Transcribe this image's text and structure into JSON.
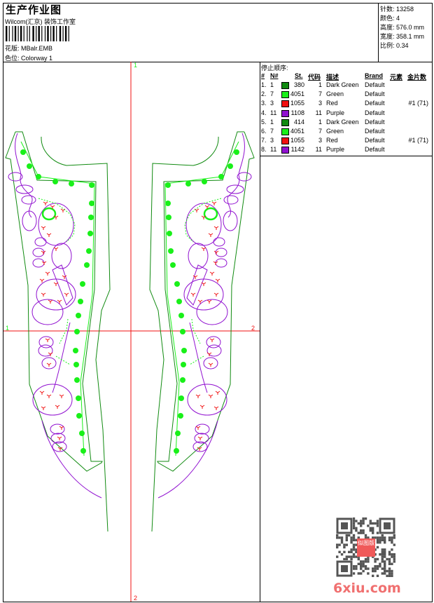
{
  "header": {
    "title": "生产作业图",
    "company": "Wilcom(汇京) 装饰工作室",
    "design_label": "花版:",
    "design_value": "MBalr.EMB",
    "colorway_label": "色位:",
    "colorway_value": "Colorway 1"
  },
  "stats": {
    "stitches": "针数: 13258",
    "colors": "颜色: 4",
    "height": "高度: 576.0 mm",
    "width": "宽度: 358.1 mm",
    "scale": "比例: 0.34"
  },
  "stop_sequence": {
    "title": "停止顺序:",
    "columns": [
      "#",
      "N#",
      "St.",
      "代码",
      "描述",
      "Brand",
      "元素",
      "金片数"
    ],
    "rows": [
      {
        "num": "1.",
        "n": "1",
        "color": "#108a10",
        "st": "380",
        "code": "1",
        "desc": "Dark Green",
        "brand": "Default",
        "sequin": ""
      },
      {
        "num": "2.",
        "n": "7",
        "color": "#19f019",
        "st": "4051",
        "code": "7",
        "desc": "Green",
        "brand": "Default",
        "sequin": ""
      },
      {
        "num": "3.",
        "n": "3",
        "color": "#f01010",
        "st": "1055",
        "code": "3",
        "desc": "Red",
        "brand": "Default",
        "sequin": "#1 (71)"
      },
      {
        "num": "4.",
        "n": "11",
        "color": "#9010d0",
        "st": "1108",
        "code": "11",
        "desc": "Purple",
        "brand": "Default",
        "sequin": ""
      },
      {
        "num": "5.",
        "n": "1",
        "color": "#108a10",
        "st": "414",
        "code": "1",
        "desc": "Dark Green",
        "brand": "Default",
        "sequin": ""
      },
      {
        "num": "6.",
        "n": "7",
        "color": "#19f019",
        "st": "4051",
        "code": "7",
        "desc": "Green",
        "brand": "Default",
        "sequin": ""
      },
      {
        "num": "7.",
        "n": "3",
        "color": "#f01010",
        "st": "1055",
        "code": "3",
        "desc": "Red",
        "brand": "Default",
        "sequin": "#1 (71)"
      },
      {
        "num": "8.",
        "n": "11",
        "color": "#9010d0",
        "st": "1142",
        "code": "11",
        "desc": "Purple",
        "brand": "Default",
        "sequin": ""
      }
    ]
  },
  "markers": {
    "h_left": "1",
    "h_right": "2",
    "v_top": "1",
    "v_bottom": "2"
  },
  "watermark": {
    "text": "6xiu.com",
    "seal": "似图版"
  },
  "colors": {
    "dark_green": "#108a10",
    "green": "#19f019",
    "red": "#f01010",
    "purple": "#9010d0"
  }
}
